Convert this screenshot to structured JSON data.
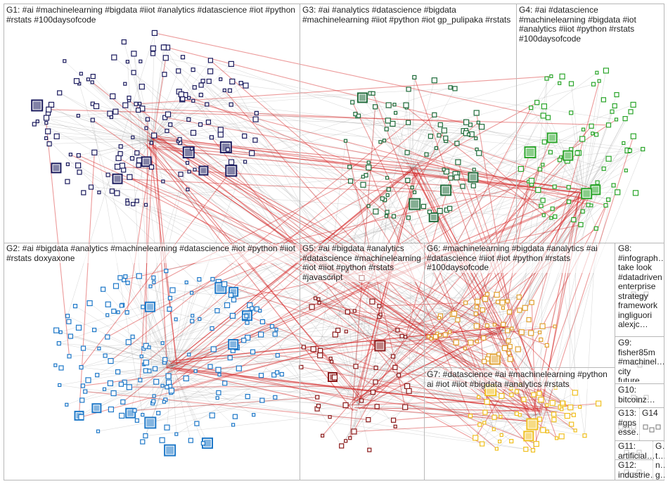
{
  "groups": [
    {
      "id": "G1",
      "label": "G1: #ai #machinelearning #bigdata #iiot #analytics #datascience #iot #python #rstats #100daysofcode",
      "color": "#1b1b5e"
    },
    {
      "id": "G2",
      "label": "G2: #ai #bigdata #analytics #machinelearning #datascience #iot #python #iiot #rstats doxyaxone",
      "color": "#1e78c8"
    },
    {
      "id": "G3",
      "label": "G3: #ai #analytics #datascience #bigdata #machinelearning #iiot #python #iot gp_pulipaka #rstats",
      "color": "#1f6b3a"
    },
    {
      "id": "G4",
      "label": "G4: #ai #datascience #machinelearning #bigdata #iot #analytics #iiot #python #rstats #100daysofcode",
      "color": "#2aa52a"
    },
    {
      "id": "G5",
      "label": "G5: #ai #bigdata #analytics #datascience #machinelearning #iot #iiot #python #rstats #javascript",
      "color": "#8b1a1a"
    },
    {
      "id": "G6",
      "label": "G6: #machinelearning #bigdata #analytics #ai #datascience #iiot #iot #python #rstats #100daysofcode",
      "color": "#e0a030"
    },
    {
      "id": "G7",
      "label": "G7: #datascience #ai #machinelearning #python ai #iot #iiot #bigdata #analytics #rstats",
      "color": "#f0c020"
    },
    {
      "id": "G8",
      "label": "G8: #infograph… take look #datadriven enterprise strategy framework ingliguori alexjc…",
      "color": "#888888"
    },
    {
      "id": "G9",
      "label": "G9: fisher85m #machinel… city future…",
      "color": "#888888"
    },
    {
      "id": "G10",
      "label": "G10: bitcoinz…",
      "color": "#888888"
    },
    {
      "id": "G13",
      "label": "G13: #gps esse…",
      "color": "#888888"
    },
    {
      "id": "G14",
      "label": "G14",
      "color": "#888888"
    },
    {
      "id": "G11",
      "label": "G11: artificial…",
      "color": "#888888"
    },
    {
      "id": "G12",
      "label": "G12: industrie…",
      "color": "#888888"
    },
    {
      "id": "Gx1",
      "label": "G… t… n… g…",
      "color": "#888888"
    }
  ],
  "colors": {
    "edge_gray": "#8a8a8a",
    "edge_red": "#d42020",
    "panel_border": "#b8b8b8"
  }
}
